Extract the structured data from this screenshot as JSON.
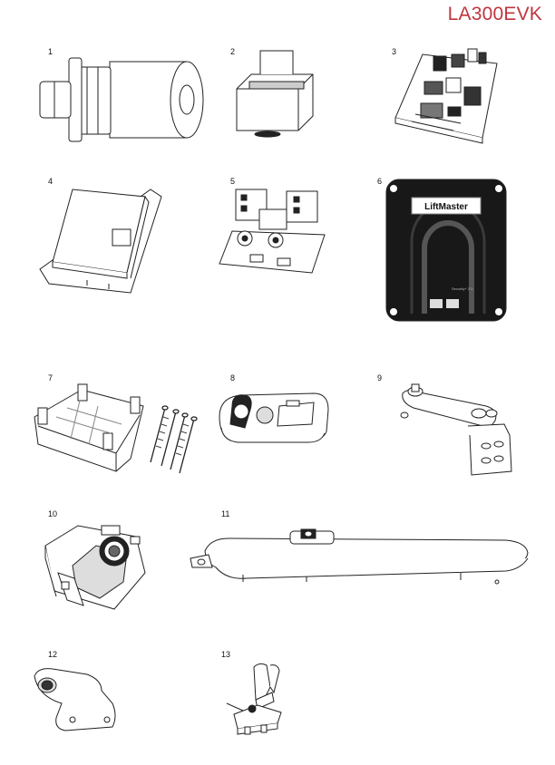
{
  "header": {
    "model": "LA300EVK"
  },
  "parts": [
    {
      "number": "1"
    },
    {
      "number": "2"
    },
    {
      "number": "3"
    },
    {
      "number": "4"
    },
    {
      "number": "5"
    },
    {
      "number": "6"
    },
    {
      "number": "7"
    },
    {
      "number": "8"
    },
    {
      "number": "9"
    },
    {
      "number": "10"
    },
    {
      "number": "11"
    },
    {
      "number": "12"
    },
    {
      "number": "13"
    }
  ],
  "cover_logo": {
    "brand": "LiftMaster",
    "small_text": "Security+ 2.0"
  },
  "colors": {
    "model_text": "#c0343e",
    "line": "#222222"
  }
}
